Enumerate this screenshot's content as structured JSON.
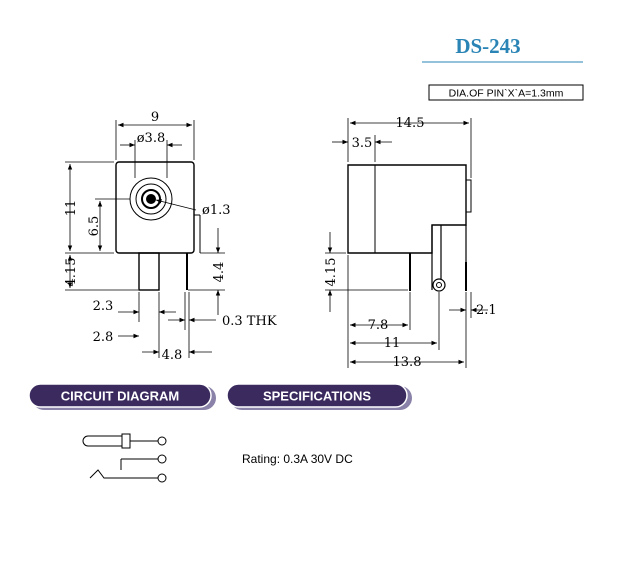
{
  "title": "DS-243",
  "note": "DIA.OF PIN`X`A=1.3mm",
  "front_view": {
    "dims": {
      "width": "9",
      "bore": "ø3.8",
      "pin": "ø1.3",
      "height": "11",
      "center_height": "6.5",
      "leg_left": "4.15",
      "leg_right": "4.4",
      "pin_offset": "2.3",
      "pin_offset_2": "2.8",
      "pin_span": "4.8",
      "thickness": "0.3 THK"
    }
  },
  "side_view": {
    "dims": {
      "length": "14.5",
      "front": "3.5",
      "leg": "4.15",
      "pin_a": "7.8",
      "pin_b": "11",
      "pin_c": "13.8",
      "pin_d": "2.1"
    }
  },
  "sections": {
    "circuit": "CIRCUIT DIAGRAM",
    "specs": "SPECIFICATIONS"
  },
  "specifications": {
    "rating": "Rating: 0.3A 30V DC"
  },
  "colors": {
    "title": "#2a84b5",
    "pill_fill": "#3a2a5e",
    "pill_shadow": "#8a82a8"
  }
}
